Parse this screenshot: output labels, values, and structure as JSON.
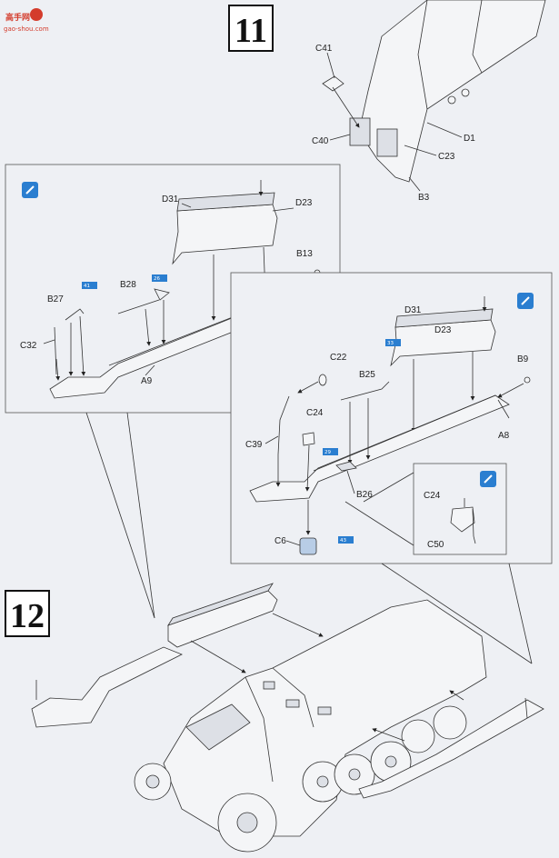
{
  "watermark": {
    "text": "高手网",
    "url": "gao-shou.com"
  },
  "steps": [
    {
      "number": "11"
    },
    {
      "number": "12"
    }
  ],
  "step11_labels": {
    "c41": "C41",
    "c40": "C40",
    "d1": "D1",
    "c23": "C23",
    "b3": "B3"
  },
  "inset_left": {
    "labels": {
      "d31": "D31",
      "d23": "D23",
      "b13": "B13",
      "b28": "B28",
      "b27": "B27",
      "c32": "C32",
      "a9": "A9"
    },
    "refs": [
      "41",
      "26"
    ]
  },
  "inset_right": {
    "labels": {
      "d31": "D31",
      "d23": "D23",
      "c22": "C22",
      "b25": "B25",
      "b9": "B9",
      "a8": "A8",
      "c24": "C24",
      "c39": "C39",
      "b26": "B26",
      "c6": "C6"
    },
    "refs": [
      "33",
      "29",
      "43"
    ]
  },
  "inset_small": {
    "labels": {
      "c24": "C24",
      "c50": "C50"
    }
  }
}
